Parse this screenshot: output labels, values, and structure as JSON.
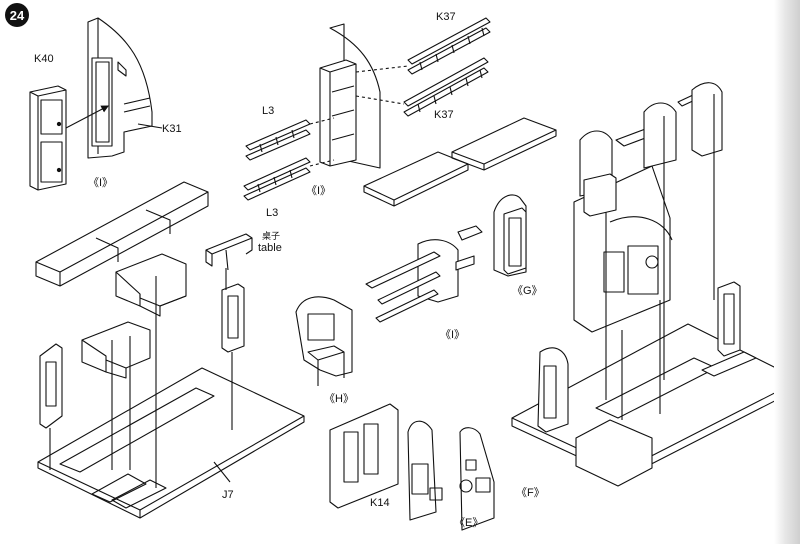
{
  "step_number": "24",
  "labels": {
    "k40": "K40",
    "k31": "K31",
    "k37_top": "K37",
    "k37_bottom": "K37",
    "l3_top": "L3",
    "l3_bottom": "L3",
    "i_top_left": "《I》",
    "i_top_mid": "《I》",
    "i_center": "《I》",
    "table_cn": "桌子",
    "table_en": "table",
    "g": "《G》",
    "h": "《H》",
    "j7": "J7",
    "k14": "K14",
    "e": "《E》",
    "f": "《F》"
  }
}
